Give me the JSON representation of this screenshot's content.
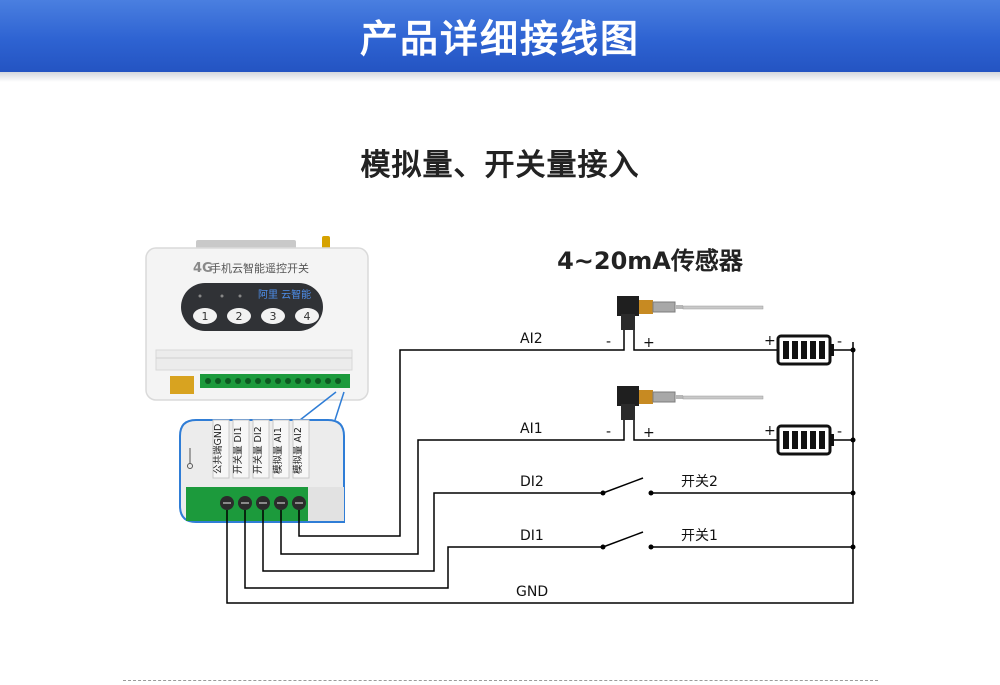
{
  "header": {
    "title": "产品详细接线图"
  },
  "section": {
    "title": "模拟量、开关量接入"
  },
  "sensor": {
    "title": "4~20mA传感器"
  },
  "device": {
    "brand": "4G",
    "name": "手机云智能遥控开关",
    "panel_logo": "阿里 云智能",
    "buttons": [
      "1",
      "2",
      "3",
      "4"
    ]
  },
  "terminals": [
    "公共端GND",
    "开关量 DI1",
    "开关量 DI2",
    "模拟量 AI1",
    "模拟量 AI2"
  ],
  "wires": {
    "ai2": "AI2",
    "ai1": "AI1",
    "di2": "DI2",
    "di1": "DI1",
    "gnd": "GND"
  },
  "switches": {
    "switch2": "开关2",
    "switch1": "开关1"
  },
  "polarity": {
    "minus": "-",
    "plus": "+"
  },
  "colors": {
    "header": "#2e63d2",
    "wire": "#000000",
    "terminal_green": "#1c9a3c"
  }
}
